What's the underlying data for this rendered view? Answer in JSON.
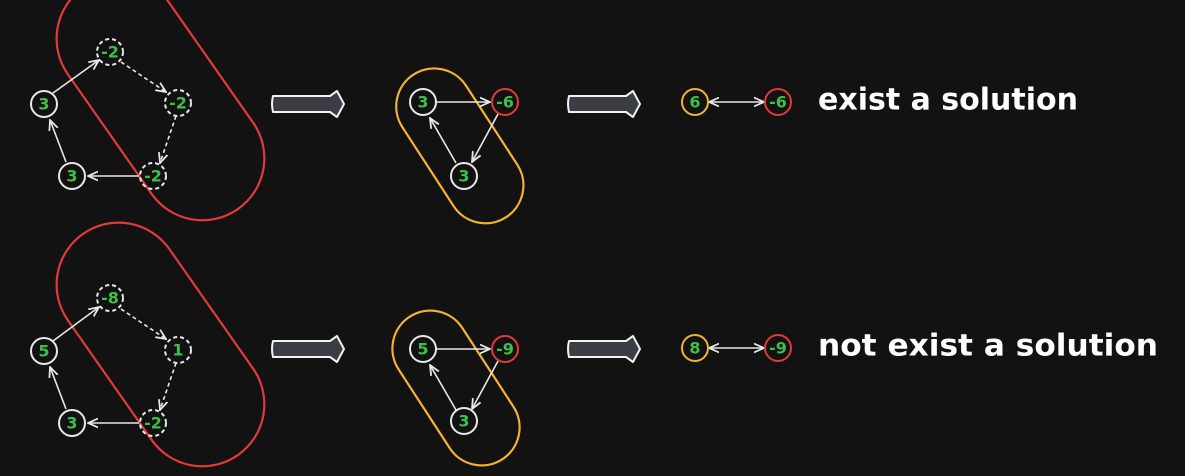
{
  "rows": [
    {
      "original": {
        "top": "-2",
        "mid": "-2",
        "bottom": "-2",
        "left": "3",
        "lower_left": "3"
      },
      "reduced": {
        "left": "3",
        "right": "-6",
        "bottom": "3"
      },
      "final": {
        "left": "6",
        "right": "-6"
      },
      "caption": "exist a solution"
    },
    {
      "original": {
        "top": "-8",
        "mid": "1",
        "bottom": "-2",
        "left": "5",
        "lower_left": "3"
      },
      "reduced": {
        "left": "5",
        "right": "-9",
        "bottom": "3"
      },
      "final": {
        "left": "8",
        "right": "-9"
      },
      "caption": "not exist a solution"
    }
  ],
  "colors": {
    "node_text": "#3fbf4a",
    "red": "#e03a3a",
    "yellow": "#f2b233",
    "background": "#121212"
  }
}
